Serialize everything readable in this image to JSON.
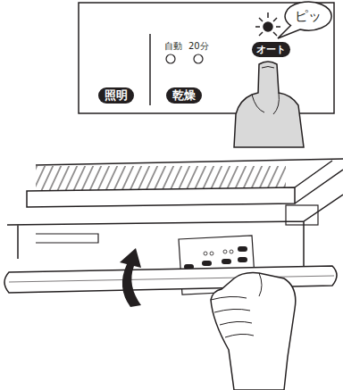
{
  "diagram": {
    "nodes": [
      {
        "text": [
          "照明"
        ]
      },
      {
        "text": [
          "乾燥"
        ]
      },
      {
        "text": [
          "オート"
        ]
      },
      {
        "text": [
          "ピッ"
        ]
      }
    ],
    "labels": [
      "自動",
      "20分"
    ]
  }
}
